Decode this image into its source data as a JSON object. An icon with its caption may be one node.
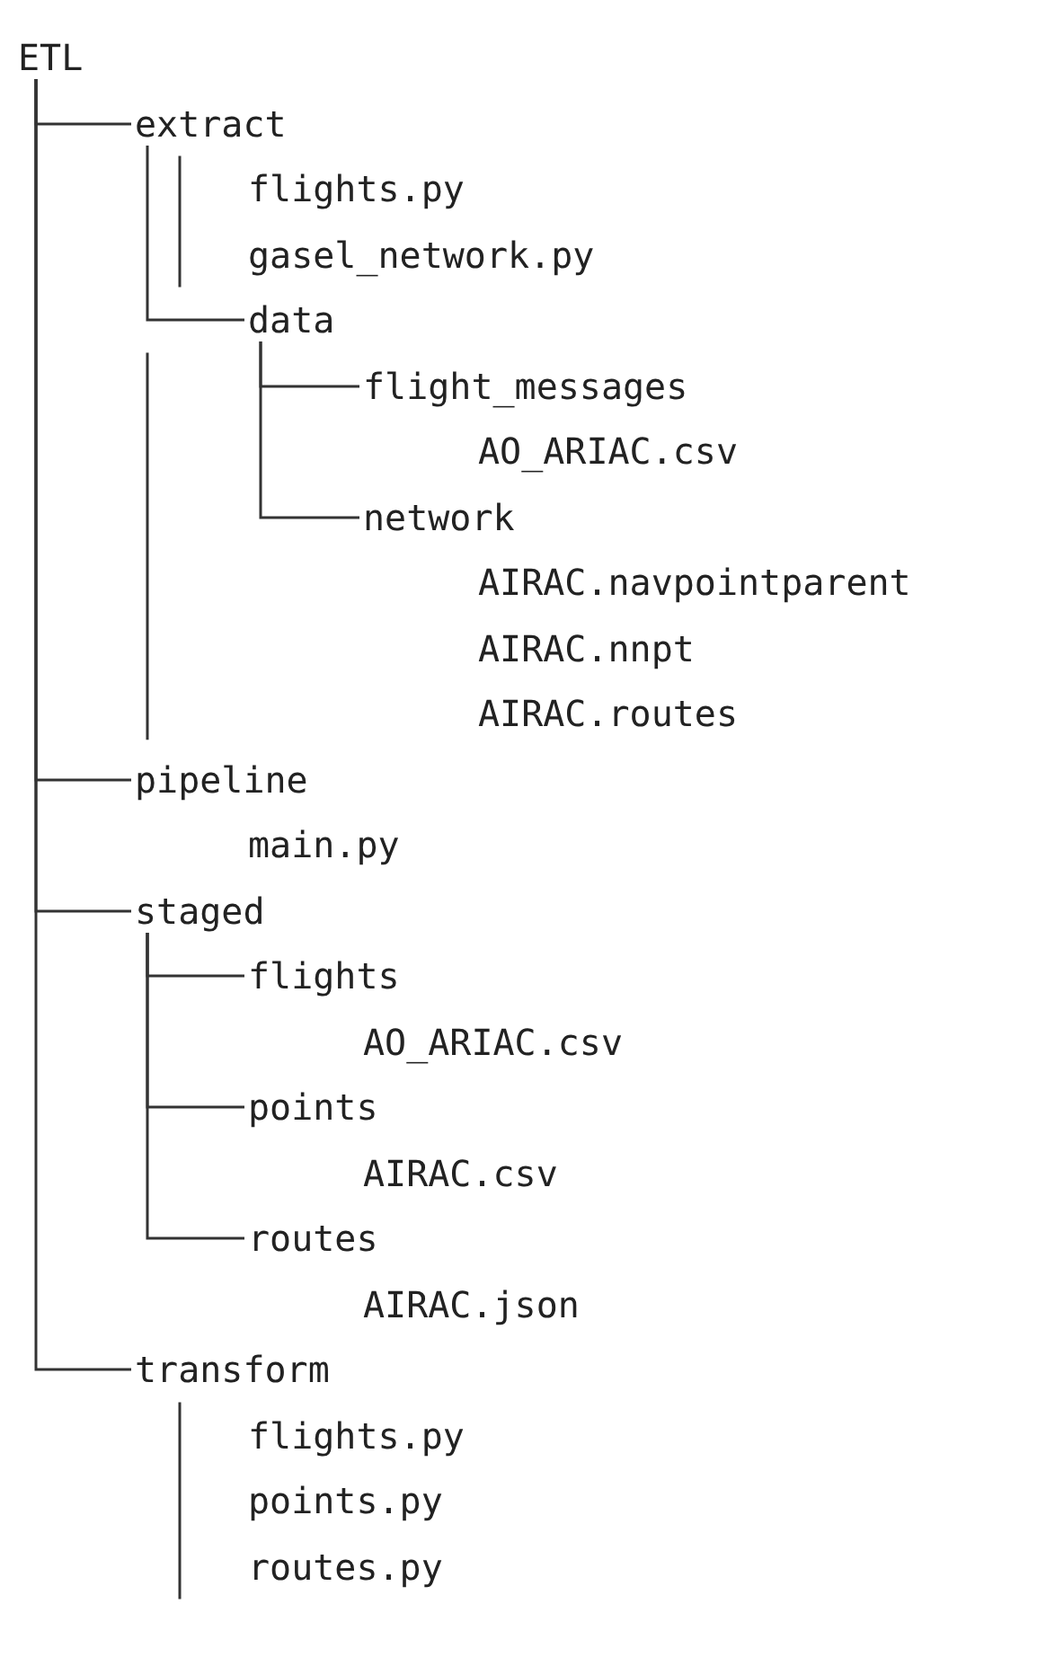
{
  "diagram": {
    "nodes": [
      {
        "text": [
          "ETL"
        ]
      },
      {
        "text": [
          "extract"
        ]
      },
      {
        "text": [
          "data"
        ]
      },
      {
        "text": [
          "flight_messages"
        ]
      },
      {
        "text": [
          "network"
        ]
      },
      {
        "text": [
          "pipeline"
        ]
      },
      {
        "text": [
          "staged"
        ]
      },
      {
        "text": [
          "flights"
        ]
      },
      {
        "text": [
          "points"
        ]
      },
      {
        "text": [
          "routes"
        ]
      },
      {
        "text": [
          "transform"
        ]
      }
    ],
    "edges": [
      {
        "from": 0,
        "to": 1,
        "arrow": "none"
      },
      {
        "from": 1,
        "to": 2,
        "arrow": "none"
      },
      {
        "from": 2,
        "to": 3,
        "arrow": "none"
      },
      {
        "from": 2,
        "to": 4,
        "arrow": "none"
      },
      {
        "from": 0,
        "to": 5,
        "arrow": "none"
      },
      {
        "from": 0,
        "to": 6,
        "arrow": "none"
      },
      {
        "from": 6,
        "to": 7,
        "arrow": "none"
      },
      {
        "from": 6,
        "to": 8,
        "arrow": "none"
      },
      {
        "from": 6,
        "to": 9,
        "arrow": "none"
      },
      {
        "from": 0,
        "to": 10,
        "arrow": "none"
      }
    ],
    "labels": [
      "flights.py",
      "gasel_network.py",
      "AO_ARIAC.csv",
      "AIRAC.navpointparent",
      "AIRAC.nnpt",
      "AIRAC.routes",
      "main.py",
      "AO_ARIAC.csv",
      "AIRAC.csv",
      "AIRAC.json",
      "flights.py",
      "points.py",
      "routes.py"
    ]
  }
}
